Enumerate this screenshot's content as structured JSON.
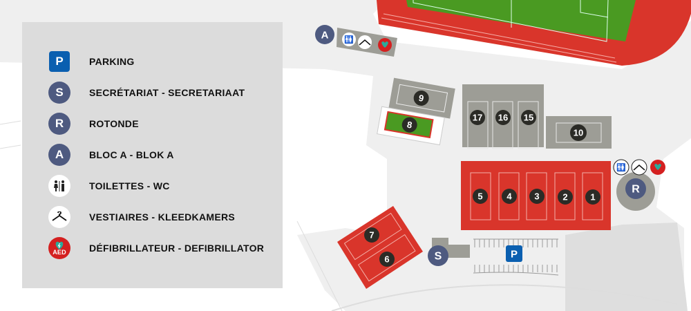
{
  "legend": [
    {
      "icon": "parking-icon",
      "symbol": "P",
      "label": "PARKING"
    },
    {
      "icon": "secretariat-icon",
      "symbol": "S",
      "label": "SECRÉTARIAT - SECRETARIAAT"
    },
    {
      "icon": "rotonde-icon",
      "symbol": "R",
      "label": "ROTONDE"
    },
    {
      "icon": "bloc-a-icon",
      "symbol": "A",
      "label": "BLOC A - BLOK A"
    },
    {
      "icon": "toilets-icon",
      "symbol": "",
      "label": "TOILETTES - WC"
    },
    {
      "icon": "cloakroom-hanger-icon",
      "symbol": "",
      "label": "VESTIAIRES - KLEEDKAMERS"
    },
    {
      "icon": "aed-defibrillator-icon",
      "symbol": "AED",
      "label": "DÉFIBRILLATEUR - DEFIBRILLATOR"
    }
  ],
  "map": {
    "markers": {
      "parking": "P",
      "secretariat": "S",
      "rotonde": "R",
      "bloc_a": "A"
    },
    "courts": [
      "1",
      "2",
      "3",
      "4",
      "5",
      "6",
      "7",
      "8",
      "9",
      "10",
      "15",
      "16",
      "17"
    ],
    "aed_label": "AED"
  },
  "colors": {
    "clay": "#d9352b",
    "grass": "#4a9a22",
    "hard": "#9d9d96",
    "marker": "#4e5a80",
    "parking": "#0a5fb0",
    "court_label": "#2b2b26"
  }
}
